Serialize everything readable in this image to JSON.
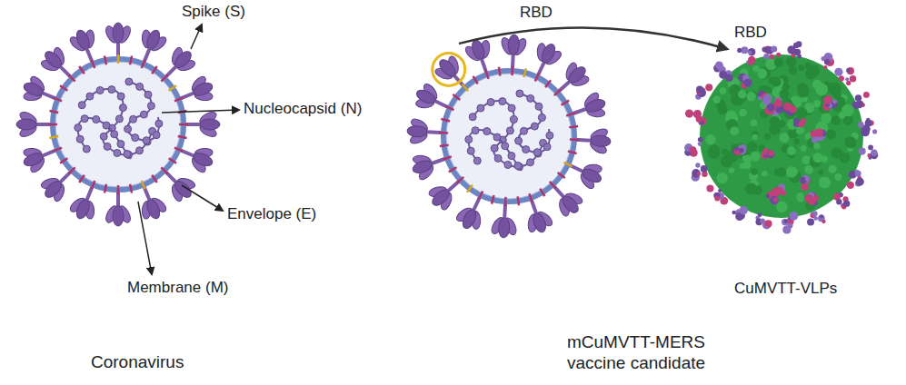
{
  "diagram": {
    "labels": [
      "Spike (S)",
      "Nucleocapsid (N)",
      "Envelope (E)",
      "Membrane (M)",
      "Coronavirus",
      "RBD",
      "RBD",
      "CuMVTT-VLPs",
      "mCuMVTT-MERS vaccine candidate"
    ]
  }
}
